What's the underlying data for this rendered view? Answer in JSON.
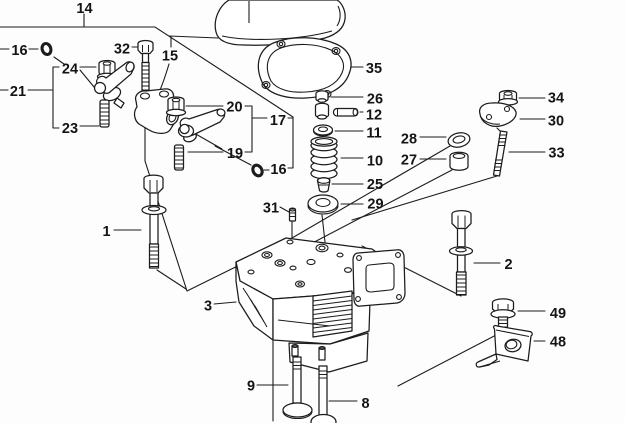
{
  "diagram": {
    "type": "exploded-parts-diagram",
    "subject": "engine cylinder head assembly",
    "background_color": "#fdfdfd",
    "line_color": "#1c1c1c",
    "label_color": "#141414"
  },
  "callouts": [
    {
      "label": "14",
      "part": "rocker-arm-assembly-group"
    },
    {
      "label": "16",
      "part": "o-ring-left"
    },
    {
      "label": "24",
      "part": "lock-nut-1"
    },
    {
      "label": "21",
      "part": "rocker-arm-1"
    },
    {
      "label": "23",
      "part": "adjusting-screw-1"
    },
    {
      "label": "32",
      "part": "support-bolt"
    },
    {
      "label": "15",
      "part": "rocker-support"
    },
    {
      "label": "20",
      "part": "lock-nut-2"
    },
    {
      "label": "17",
      "part": "rocker-arm-2-group"
    },
    {
      "label": "19",
      "part": "adjusting-screw-2"
    },
    {
      "label": "16",
      "part": "o-ring-right"
    },
    {
      "label": "31",
      "part": "dowel-pin"
    },
    {
      "label": "35",
      "part": "cover-gasket"
    },
    {
      "label": "26",
      "part": "spring-retainer"
    },
    {
      "label": "12",
      "part": "stem-seal-and-pin"
    },
    {
      "label": "11",
      "part": "spring-seat-washer"
    },
    {
      "label": "10",
      "part": "valve-spring"
    },
    {
      "label": "25",
      "part": "valve-keeper"
    },
    {
      "label": "29",
      "part": "seal-washer"
    },
    {
      "label": "28",
      "part": "guide-seal-ring"
    },
    {
      "label": "27",
      "part": "valve-guide-cap"
    },
    {
      "label": "34",
      "part": "flange-nut"
    },
    {
      "label": "30",
      "part": "retainer-plate"
    },
    {
      "label": "33",
      "part": "stud"
    },
    {
      "label": "1",
      "part": "head-bolt-1"
    },
    {
      "label": "2",
      "part": "head-bolt-2"
    },
    {
      "label": "3",
      "part": "cylinder-head"
    },
    {
      "label": "9",
      "part": "intake-valve"
    },
    {
      "label": "8",
      "part": "exhaust-valve"
    },
    {
      "label": "49",
      "part": "flange-bolt"
    },
    {
      "label": "48",
      "part": "angle-bracket"
    }
  ]
}
